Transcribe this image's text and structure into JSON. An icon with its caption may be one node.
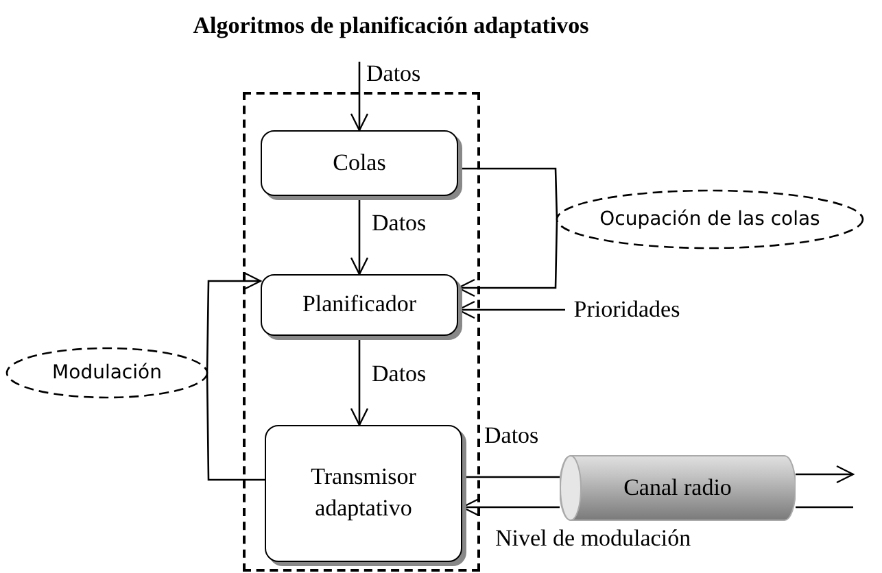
{
  "diagram": {
    "title": "Algoritmos de planificación adaptativos",
    "nodes": [
      {
        "text": [],
        "shape": "box"
      },
      {
        "text": [
          "Colas"
        ],
        "in": 0
      },
      {
        "text": [
          "Planificador"
        ],
        "in": 0
      },
      {
        "text": [
          "Transmisor adaptativo"
        ],
        "in": 0
      },
      {
        "text": [
          "Canal radio"
        ]
      },
      {
        "text": [
          "Ocupación de las colas"
        ]
      },
      {
        "text": [
          "Modulación"
        ]
      },
      {
        "text": [
          "Prioridades"
        ]
      }
    ],
    "edges": [
      {
        "from": null,
        "to": 1,
        "arrow": "to",
        "label": "Datos"
      },
      {
        "from": 1,
        "to": 2,
        "arrow": "to",
        "label": "Datos"
      },
      {
        "from": 1,
        "to": 5,
        "arrow": "none"
      },
      {
        "from": 5,
        "to": 2,
        "arrow": "to"
      },
      {
        "from": 3,
        "to": 6,
        "arrow": "none"
      },
      {
        "from": 6,
        "to": 2,
        "arrow": "to"
      },
      {
        "from": 2,
        "to": 3,
        "arrow": "to",
        "label": "Datos"
      },
      {
        "from": 3,
        "to": 4,
        "arrow": "none",
        "label": "Datos"
      },
      {
        "from": 4,
        "to": null,
        "arrow": "to"
      },
      {
        "from": null,
        "to": 4,
        "arrow": "none"
      },
      {
        "from": 4,
        "to": 3,
        "arrow": "to",
        "label": "Nivel de modulación"
      },
      {
        "from": 7,
        "to": 2,
        "arrow": "to"
      }
    ]
  }
}
